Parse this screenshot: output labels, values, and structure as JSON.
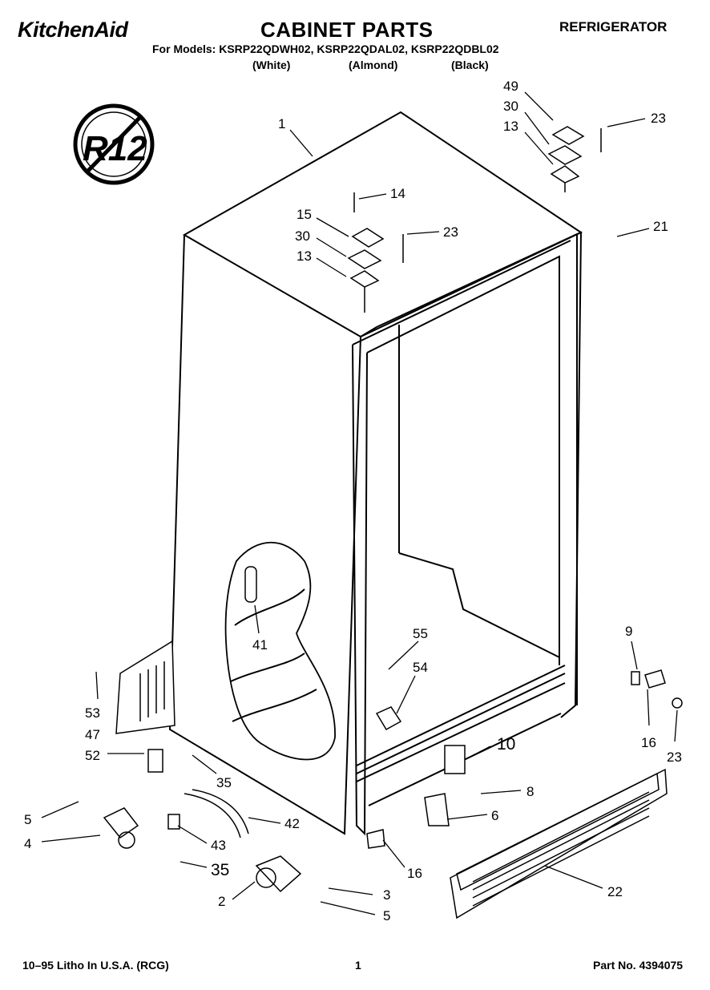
{
  "header": {
    "brand": "KitchenAid",
    "title": "CABINET PARTS",
    "appliance": "REFRIGERATOR",
    "models_line": "For Models: KSRP22QDWH02, KSRP22QDAL02, KSRP22QDBL02",
    "colors": [
      "(White)",
      "(Almond)",
      "(Black)"
    ]
  },
  "badge": {
    "text": "R12"
  },
  "callouts": [
    "1",
    "49",
    "30",
    "13",
    "23",
    "14",
    "15",
    "23",
    "30",
    "13",
    "21",
    "41",
    "9",
    "55",
    "54",
    "53",
    "47",
    "52",
    "35",
    "10",
    "8",
    "16",
    "23",
    "5",
    "42",
    "6",
    "4",
    "43",
    "35",
    "16",
    "22",
    "3",
    "2",
    "5"
  ],
  "footer": {
    "litho": "10–95 Litho In U.S.A. (RCG)",
    "page": "1",
    "part_no": "Part No. 4394075"
  }
}
